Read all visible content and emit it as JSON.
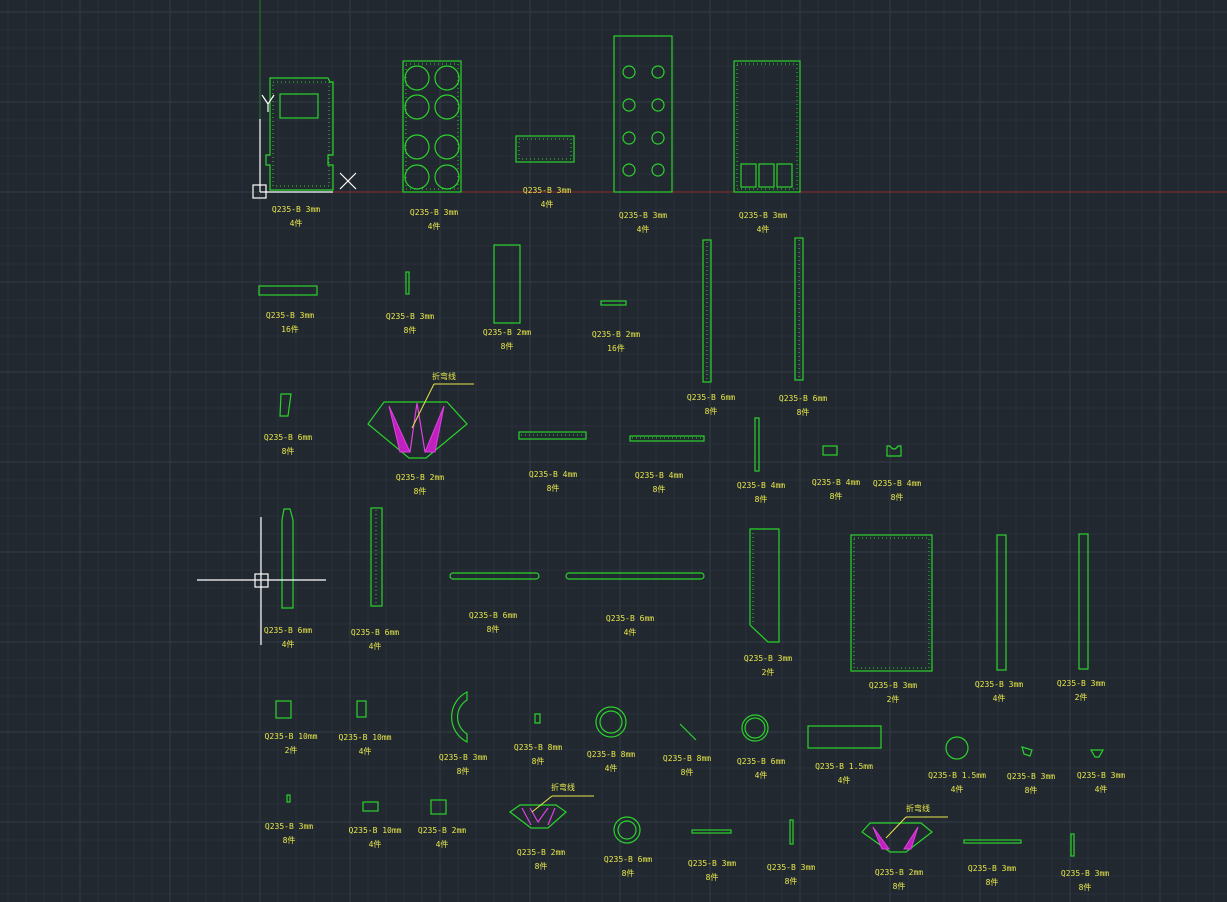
{
  "colors": {
    "background": "#212830",
    "geometry": "#2bd32b",
    "label": "#e8e84a",
    "bend_line": "#e040e0",
    "x_axis": "#8a2c2c",
    "y_axis": "#2c7a2c",
    "cursor": "#ffffff"
  },
  "icons": {
    "ucs": "ucs-icon",
    "crosshair": "crosshair-cursor-icon"
  },
  "annotations": {
    "bend_line": "折弯线"
  },
  "labels": [
    {
      "id": "p1",
      "material": "Q235-B 3mm",
      "qty": "4件"
    },
    {
      "id": "p2",
      "material": "Q235-B 3mm",
      "qty": "4件"
    },
    {
      "id": "p3",
      "material": "Q235-B 3mm",
      "qty": "4件"
    },
    {
      "id": "p4",
      "material": "Q235-B 3mm",
      "qty": "4件"
    },
    {
      "id": "p5",
      "material": "Q235-B 3mm",
      "qty": "4件"
    },
    {
      "id": "p6",
      "material": "Q235-B 3mm",
      "qty": "16件"
    },
    {
      "id": "p7",
      "material": "Q235-B 3mm",
      "qty": "8件"
    },
    {
      "id": "p8",
      "material": "Q235-B 2mm",
      "qty": "8件"
    },
    {
      "id": "p9",
      "material": "Q235-B 2mm",
      "qty": "16件"
    },
    {
      "id": "p10",
      "material": "Q235-B 6mm",
      "qty": "8件"
    },
    {
      "id": "p11",
      "material": "Q235-B 6mm",
      "qty": "8件"
    },
    {
      "id": "p12",
      "material": "Q235-B 6mm",
      "qty": "8件"
    },
    {
      "id": "p13",
      "material": "Q235-B 2mm",
      "qty": "8件"
    },
    {
      "id": "p14",
      "material": "Q235-B 4mm",
      "qty": "8件"
    },
    {
      "id": "p15",
      "material": "Q235-B 4mm",
      "qty": "8件"
    },
    {
      "id": "p16",
      "material": "Q235-B 4mm",
      "qty": "8件"
    },
    {
      "id": "p17",
      "material": "Q235-B 4mm",
      "qty": "8件"
    },
    {
      "id": "p18",
      "material": "Q235-B 4mm",
      "qty": "8件"
    },
    {
      "id": "p19",
      "material": "Q235-B 6mm",
      "qty": "4件"
    },
    {
      "id": "p20",
      "material": "Q235-B 6mm",
      "qty": "4件"
    },
    {
      "id": "p21",
      "material": "Q235-B 6mm",
      "qty": "8件"
    },
    {
      "id": "p22",
      "material": "Q235-B 6mm",
      "qty": "4件"
    },
    {
      "id": "p23",
      "material": "Q235-B 3mm",
      "qty": "2件"
    },
    {
      "id": "p24",
      "material": "Q235-B 3mm",
      "qty": "2件"
    },
    {
      "id": "p25",
      "material": "Q235-B 3mm",
      "qty": "4件"
    },
    {
      "id": "p26",
      "material": "Q235-B 3mm",
      "qty": "2件"
    },
    {
      "id": "p27",
      "material": "Q235-B 10mm",
      "qty": "2件"
    },
    {
      "id": "p28",
      "material": "Q235-B 10mm",
      "qty": "4件"
    },
    {
      "id": "p29",
      "material": "Q235-B 3mm",
      "qty": "8件"
    },
    {
      "id": "p30",
      "material": "Q235-B 8mm",
      "qty": "8件"
    },
    {
      "id": "p31",
      "material": "Q235-B 8mm",
      "qty": "4件"
    },
    {
      "id": "p32",
      "material": "Q235-B 8mm",
      "qty": "8件"
    },
    {
      "id": "p33",
      "material": "Q235-B 6mm",
      "qty": "4件"
    },
    {
      "id": "p34",
      "material": "Q235-B 1.5mm",
      "qty": "4件"
    },
    {
      "id": "p35",
      "material": "Q235-B 1.5mm",
      "qty": "4件"
    },
    {
      "id": "p36",
      "material": "Q235-B 3mm",
      "qty": "8件"
    },
    {
      "id": "p37",
      "material": "Q235-B 3mm",
      "qty": "4件"
    },
    {
      "id": "p38",
      "material": "Q235-B 3mm",
      "qty": "8件"
    },
    {
      "id": "p39",
      "material": "Q235-B 10mm",
      "qty": "4件"
    },
    {
      "id": "p40",
      "material": "Q235-B 2mm",
      "qty": "4件"
    },
    {
      "id": "p41",
      "material": "Q235-B 2mm",
      "qty": "8件"
    },
    {
      "id": "p42",
      "material": "Q235-B 6mm",
      "qty": "8件"
    },
    {
      "id": "p43",
      "material": "Q235-B 3mm",
      "qty": "8件"
    },
    {
      "id": "p44",
      "material": "Q235-B 3mm",
      "qty": "8件"
    },
    {
      "id": "p45",
      "material": "Q235-B 2mm",
      "qty": "8件"
    },
    {
      "id": "p46",
      "material": "Q235-B 3mm",
      "qty": "8件"
    },
    {
      "id": "p47",
      "material": "Q235-B 3mm",
      "qty": "8件"
    }
  ]
}
